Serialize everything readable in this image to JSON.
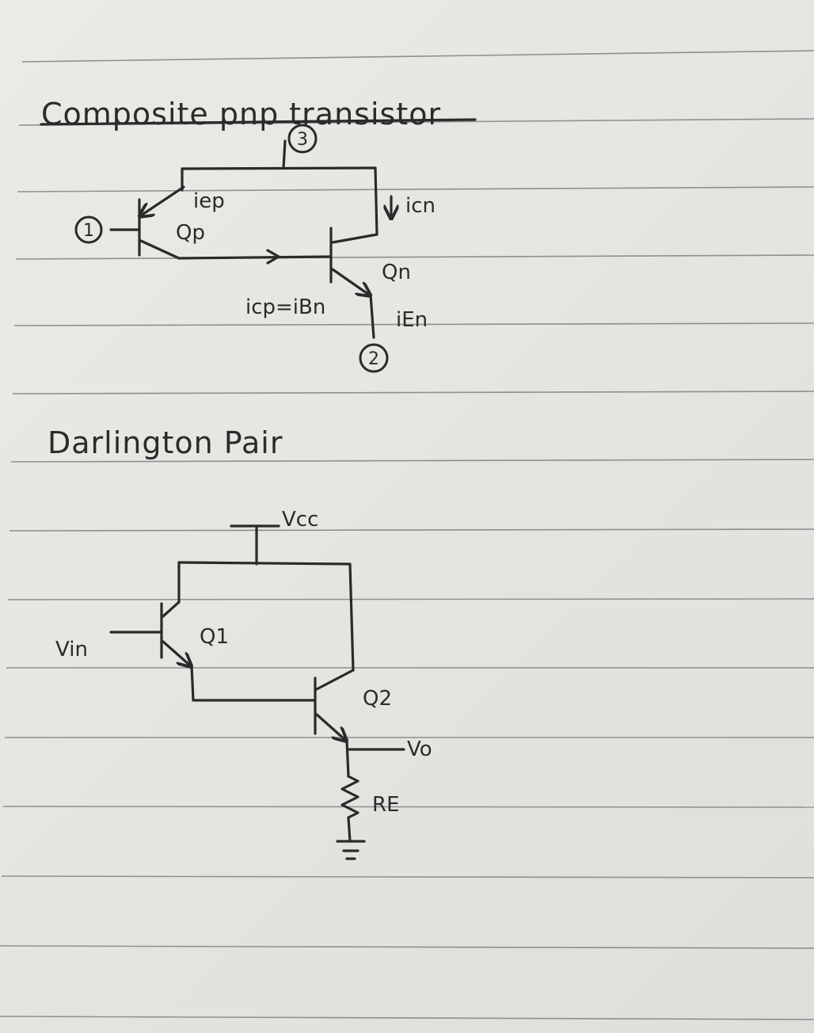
{
  "composite_pnp": {
    "title": "Composite pnp transistor",
    "labels": {
      "node_3": "3",
      "node_1": "1",
      "node_2": "2",
      "i_ep": "iep",
      "q_p": "Qp",
      "i_cn": "icn",
      "q_n": "Qn",
      "i_cp_eq": "icp=iBn",
      "i_en": "iEn"
    }
  },
  "darlington_pair": {
    "title": "Darlington Pair",
    "labels": {
      "vcc": "Vcc",
      "vin": "Vin",
      "q1": "Q1",
      "q2": "Q2",
      "vo": "Vo",
      "re": "RE"
    }
  }
}
